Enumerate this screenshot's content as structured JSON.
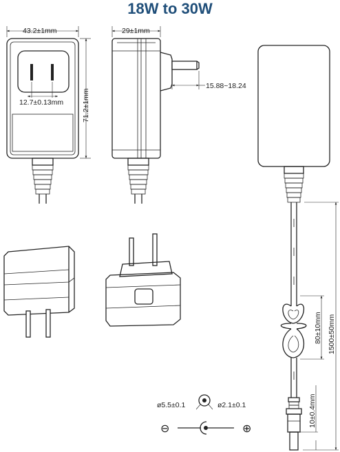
{
  "title": "18W to 30W",
  "dimensions": {
    "front_width": "43.2±1mm",
    "side_width": "29±1mm",
    "height": "71.2±1mm",
    "pin_spacing": "12.7±0.13mm",
    "pin_length": "15.88~18.24",
    "coil_length": "80±10mm",
    "cable_length": "1500±50mm",
    "plug_length": "10±0.4mm"
  },
  "connector": {
    "outer_diameter": "ø5.5±0.1",
    "inner_diameter": "ø2.1±0.1",
    "minus_symbol": "⊖",
    "plus_symbol": "⊕"
  }
}
